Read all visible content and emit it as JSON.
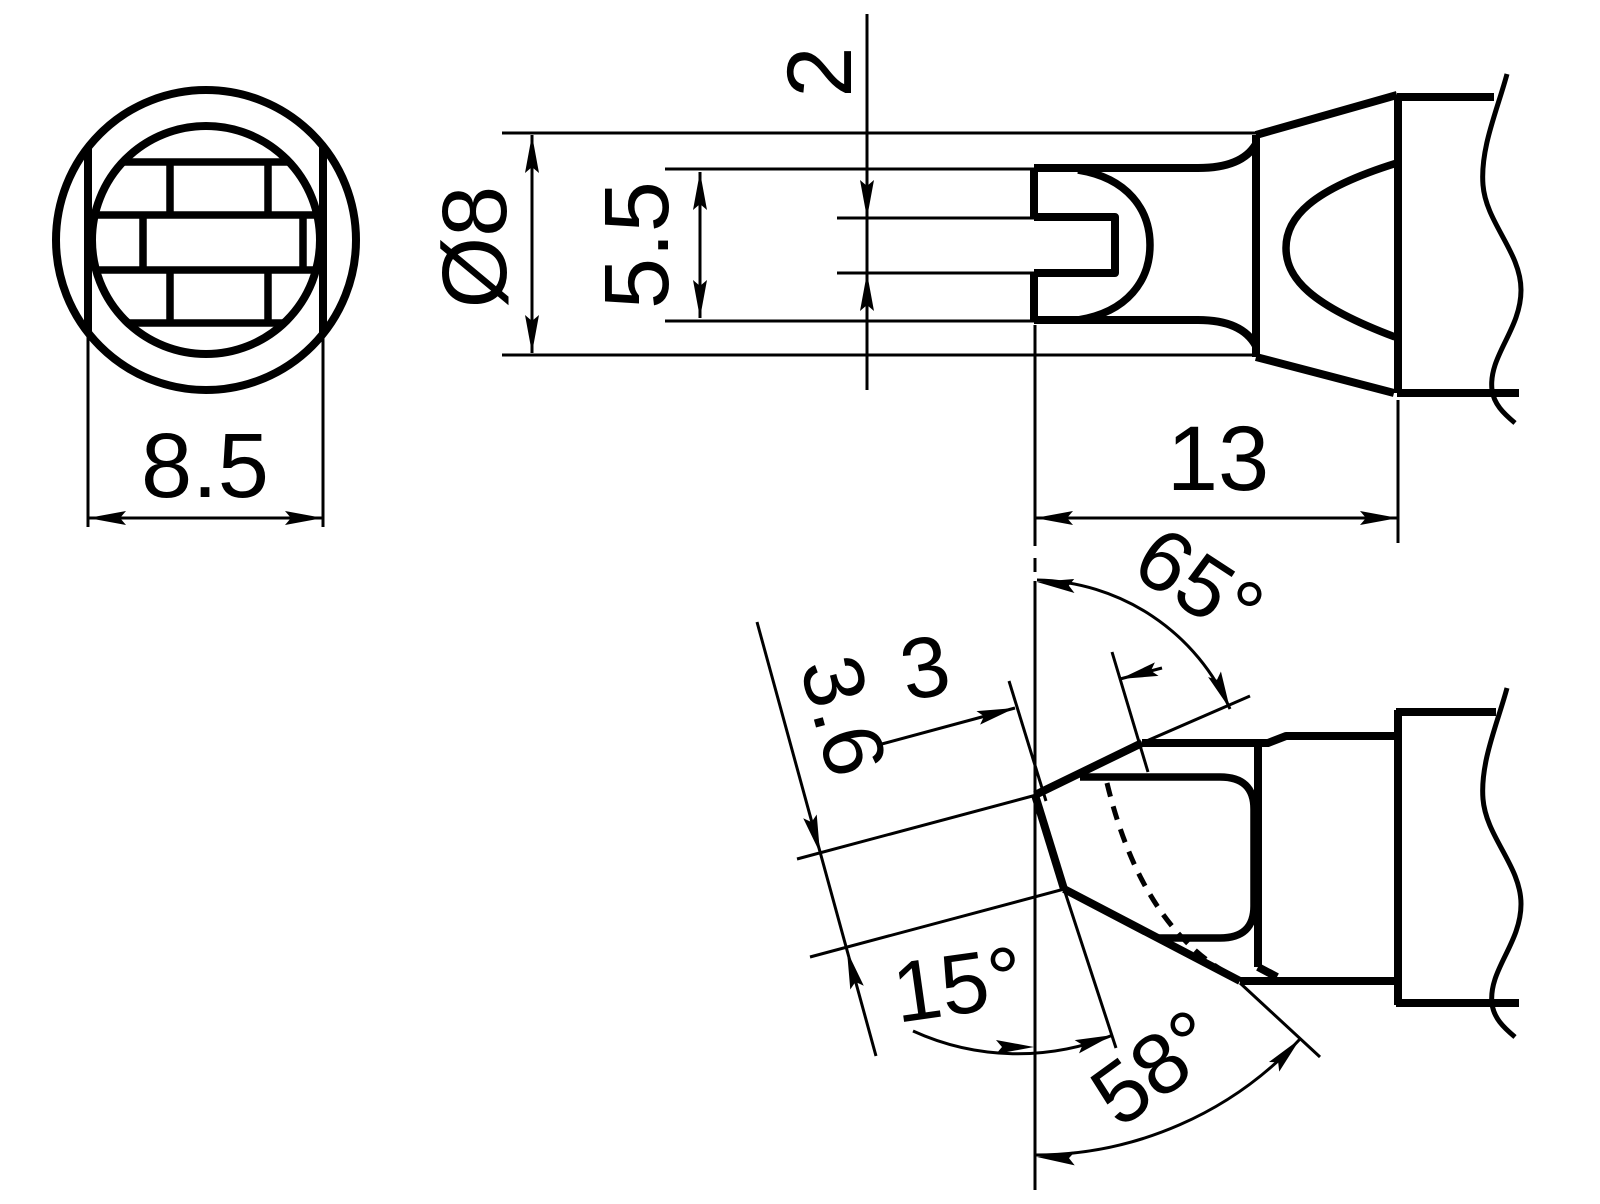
{
  "drawing": {
    "background": "#ffffff",
    "line_color": "#000000",
    "views": {
      "end_view": {
        "name": "tip-end-view",
        "dims": [
          {
            "label": "8.5"
          }
        ]
      },
      "side_view": {
        "name": "tip-side-view",
        "dims": [
          {
            "label": "Ø8"
          },
          {
            "label": "5.5"
          },
          {
            "label": "2"
          },
          {
            "label": "13"
          }
        ]
      },
      "angle_view": {
        "name": "tip-angled-face-view",
        "dims": [
          {
            "label": "65°"
          },
          {
            "label": "3"
          },
          {
            "label": "3.6"
          },
          {
            "label": "15°"
          },
          {
            "label": "58°"
          }
        ]
      }
    }
  }
}
